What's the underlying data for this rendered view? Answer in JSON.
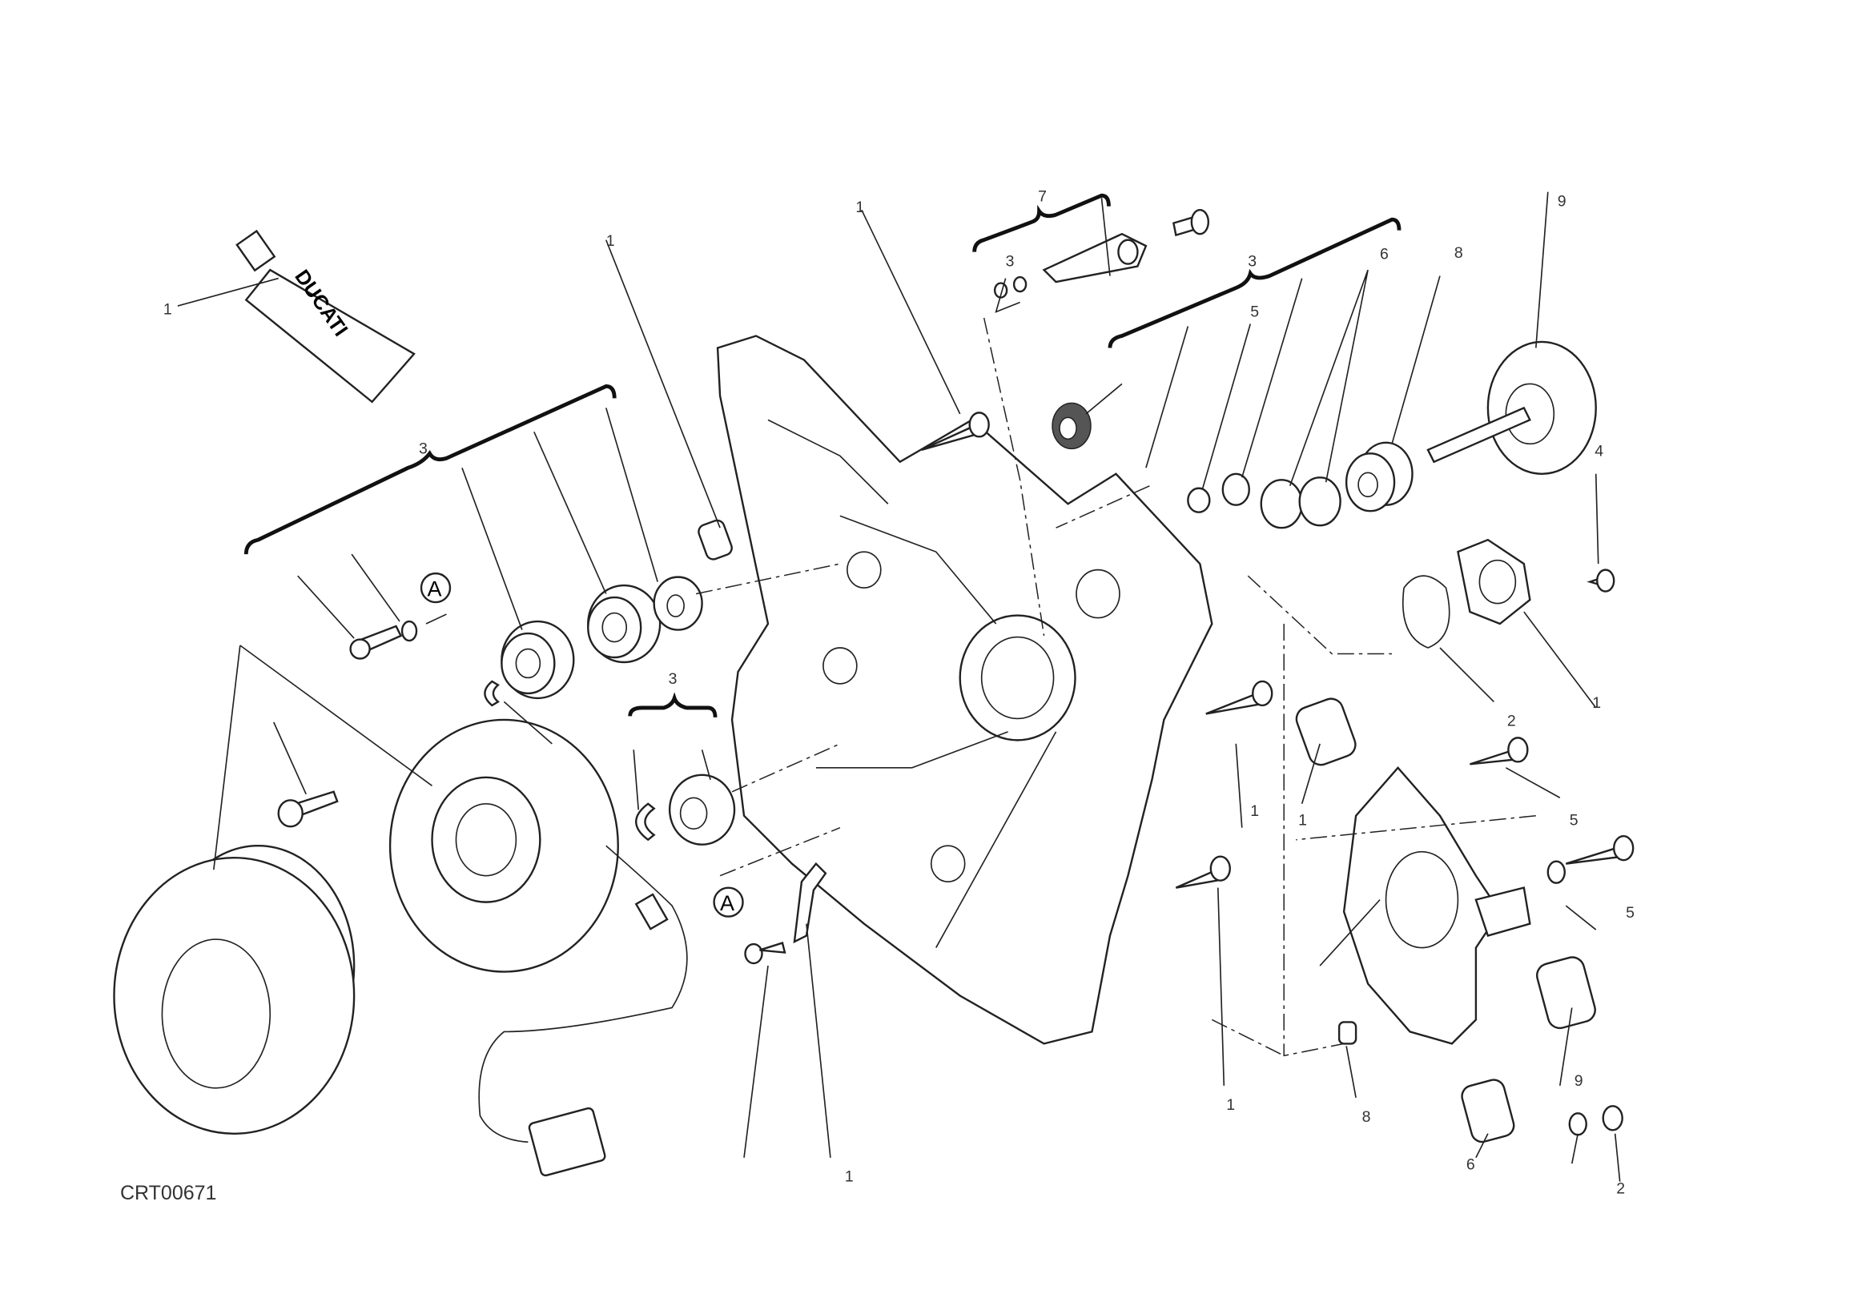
{
  "drawing_code": "CRT00671",
  "tube_brand": "DUCATI",
  "section_marker": "A",
  "callouts": [
    "1",
    "7",
    "3",
    "3",
    "8",
    "1",
    "6",
    "5",
    "3",
    "9",
    "4",
    "1",
    "2",
    "5",
    "5",
    "1",
    "1",
    "9",
    "2",
    "8",
    "3",
    "6",
    "1",
    "1",
    "1"
  ],
  "icons": [
    "sealant-tube",
    "bearing",
    "stator",
    "rotor",
    "crankcase-cover",
    "water-pump",
    "water-pump-cover",
    "bolt",
    "washer",
    "circlip",
    "connector"
  ]
}
